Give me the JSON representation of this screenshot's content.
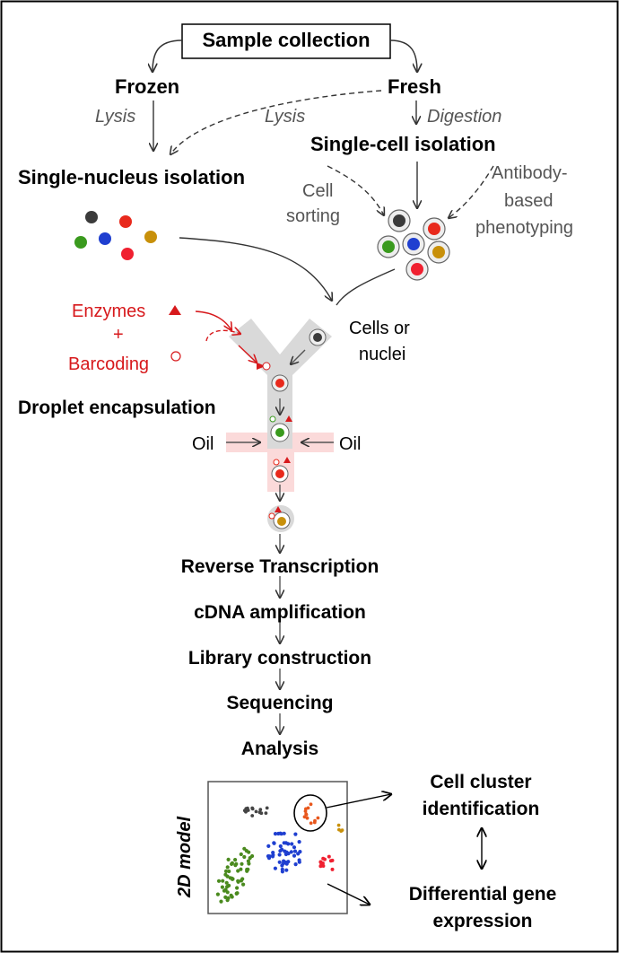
{
  "top": {
    "sample_collection": "Sample collection",
    "frozen": "Frozen",
    "fresh": "Fresh",
    "lysis_left": "Lysis",
    "lysis_right": "Lysis",
    "digestion": "Digestion",
    "single_cell_isolation": "Single-cell isolation",
    "single_nucleus_isolation": "Single-nucleus isolation",
    "cell_sorting_1": "Cell",
    "cell_sorting_2": "sorting",
    "antibody_1": "Antibody-",
    "antibody_2": "based",
    "antibody_3": "phenotyping"
  },
  "middle": {
    "enzymes": "Enzymes",
    "plus": "+",
    "barcoding": "Barcoding",
    "cells_or": "Cells or",
    "nuclei": "nuclei",
    "droplet_encapsulation": "Droplet encapsulation",
    "oil_left": "Oil",
    "oil_right": "Oil"
  },
  "steps": {
    "reverse_transcription": "Reverse Transcription",
    "cdna_amplification": "cDNA amplification",
    "library_construction": "Library construction",
    "sequencing": "Sequencing",
    "analysis": "Analysis"
  },
  "analysis_panel": {
    "model_label": "2D model",
    "cell_cluster_1": "Cell cluster",
    "cell_cluster_2": "identification",
    "diff_gene_1": "Differential gene",
    "diff_gene_2": "expression"
  },
  "colors": {
    "dark": "#3b3b3b",
    "red": "#e8291c",
    "green": "#3a9a1e",
    "blue": "#1f3fd0",
    "gold": "#c8900a",
    "bright_red": "#f02030",
    "accent_red": "#d7191c",
    "channel": "#d9d9d9",
    "oil_channel": "#fbdada"
  }
}
